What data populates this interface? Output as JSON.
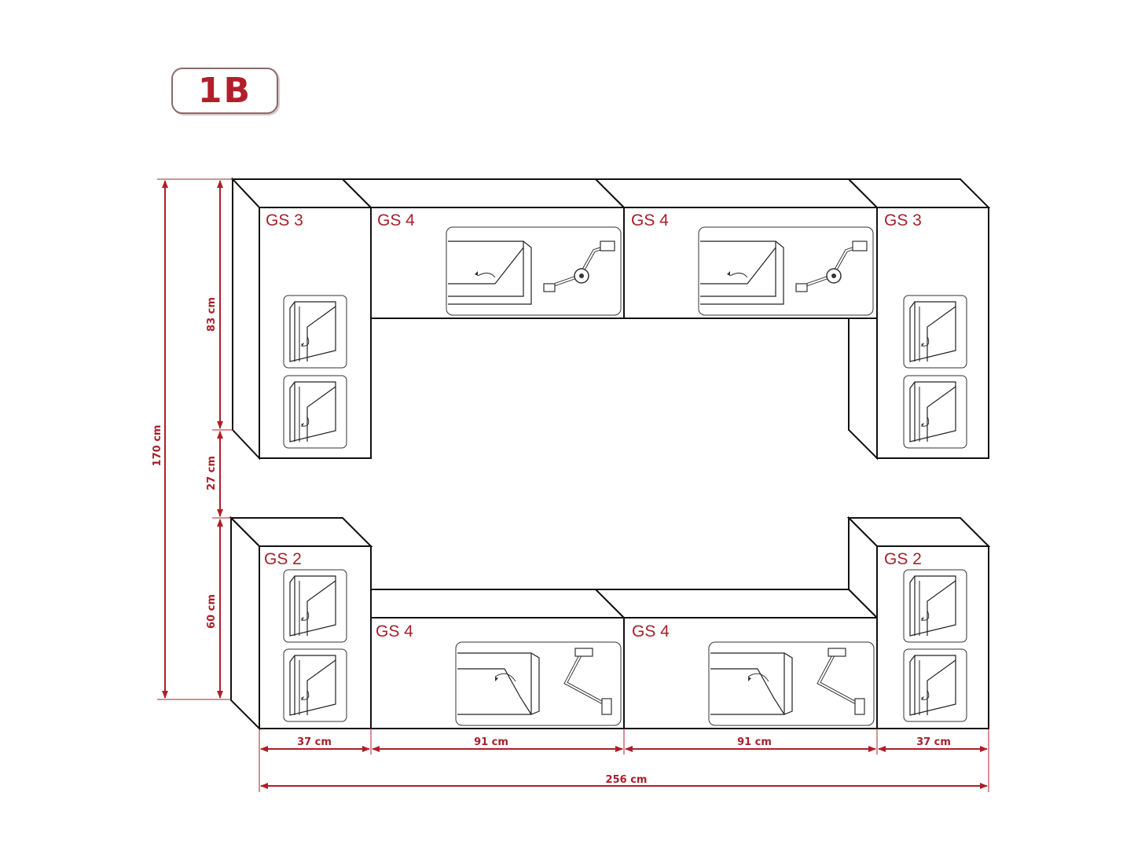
{
  "badge": {
    "text": "1B"
  },
  "modules": {
    "top_left": "GS 3",
    "top_center_left": "GS 4",
    "top_center_right": "GS 4",
    "top_right": "GS 3",
    "bottom_left": "GS 2",
    "bottom_center_left": "GS 4",
    "bottom_center_right": "GS 4",
    "bottom_right": "GS 2"
  },
  "dimensions": {
    "total_height": "170 cm",
    "upper_height": "83 cm",
    "gap_height": "27 cm",
    "lower_height": "60 cm",
    "width_left": "37 cm",
    "width_center_left": "91 cm",
    "width_center_right": "91 cm",
    "width_right": "37 cm",
    "total_width": "256 cm"
  },
  "colors": {
    "accent": "#b01e28",
    "line": "#111111",
    "background": "#ffffff"
  }
}
